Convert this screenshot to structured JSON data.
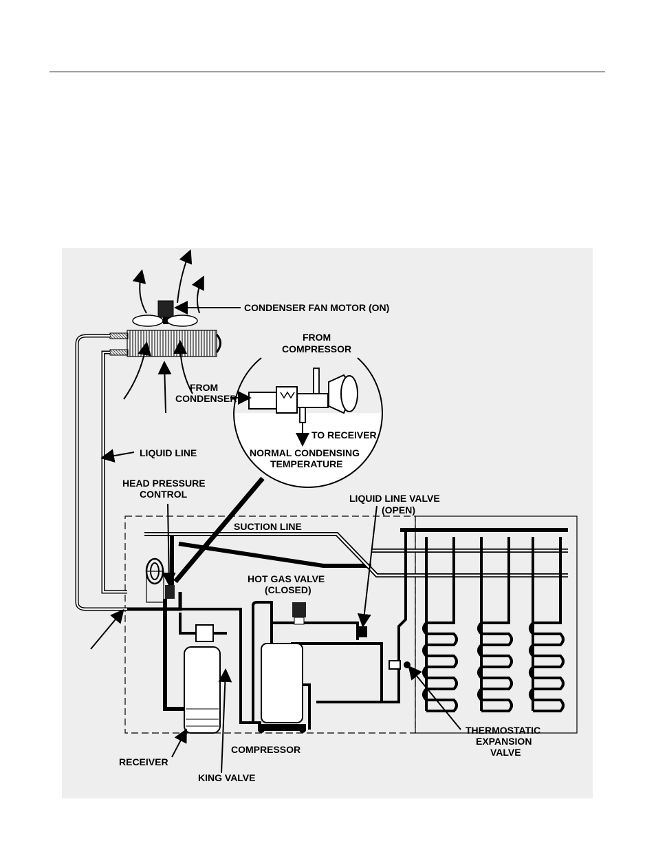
{
  "labels": {
    "condenser_fan_motor": "CONDENSER FAN MOTOR (ON)",
    "from_compressor_1": "FROM",
    "from_compressor_2": "COMPRESSOR",
    "from_condenser_1": "FROM",
    "from_condenser_2": "CONDENSER",
    "to_receiver": "TO RECEIVER",
    "normal_condensing_1": "NORMAL CONDENSING",
    "normal_condensing_2": "TEMPERATURE",
    "liquid_line": "LIQUID LINE",
    "head_pressure_1": "HEAD PRESSURE",
    "head_pressure_2": "CONTROL",
    "liquid_line_valve_1": "LIQUID LINE VALVE",
    "liquid_line_valve_2": "(OPEN)",
    "suction_line": "SUCTION LINE",
    "hot_gas_valve_1": "HOT GAS VALVE",
    "hot_gas_valve_2": "(CLOSED)",
    "compressor": "COMPRESSOR",
    "receiver": "RECEIVER",
    "king_valve": "KING VALVE",
    "thermostatic_1": "THERMOSTATIC",
    "thermostatic_2": "EXPANSION",
    "thermostatic_3": "VALVE"
  },
  "colors": {
    "background_panel": "#eeeeee",
    "line": "#000000"
  }
}
